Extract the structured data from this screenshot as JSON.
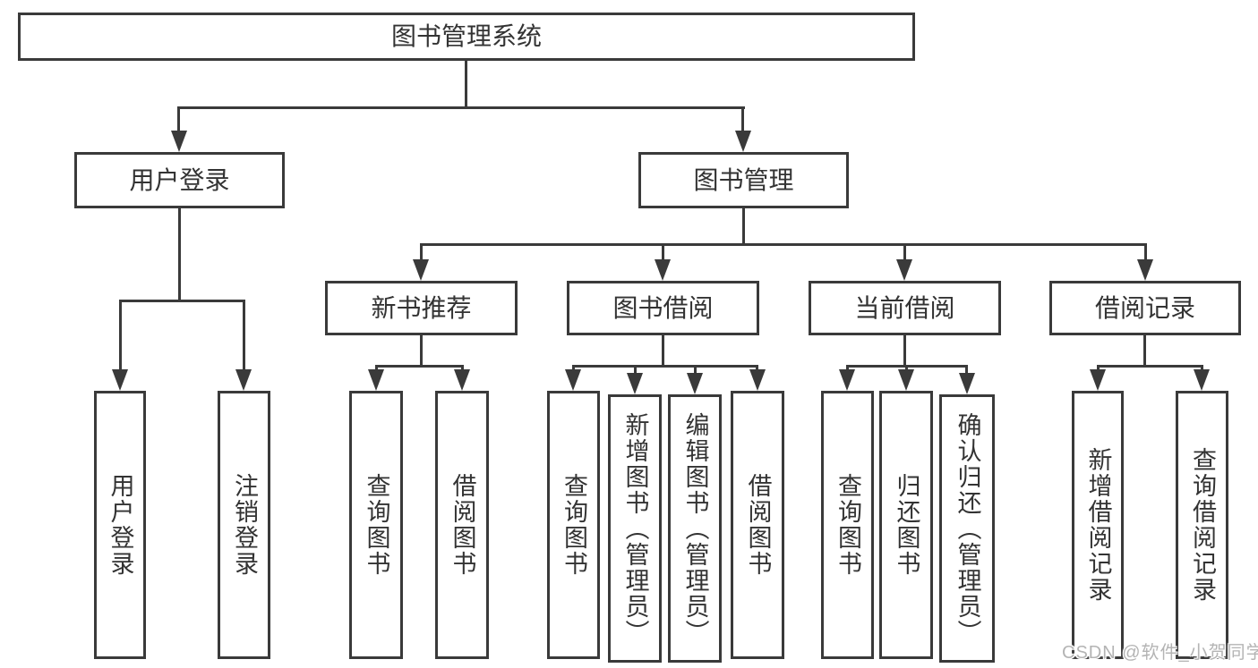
{
  "tree": {
    "root": "图书管理系统",
    "level2": [
      {
        "label": "用户登录",
        "children": [
          {
            "label": "用户登录"
          },
          {
            "label": "注销登录"
          }
        ]
      },
      {
        "label": "图书管理",
        "children": [
          {
            "label": "新书推荐",
            "children": [
              {
                "label": "查询图书"
              },
              {
                "label": "借阅图书"
              }
            ]
          },
          {
            "label": "图书借阅",
            "children": [
              {
                "label": "查询图书"
              },
              {
                "label": "新增图书（管理员）"
              },
              {
                "label": "编辑图书（管理员）"
              },
              {
                "label": "借阅图书"
              }
            ]
          },
          {
            "label": "当前借阅",
            "children": [
              {
                "label": "查询图书"
              },
              {
                "label": "归还图书"
              },
              {
                "label": "确认归还（管理员）"
              }
            ]
          },
          {
            "label": "借阅记录",
            "children": [
              {
                "label": "新增借阅记录"
              },
              {
                "label": "查询借阅记录"
              }
            ]
          }
        ]
      }
    ]
  },
  "watermark": {
    "text": "CSDN @软件_小贺同学"
  },
  "colors": {
    "line": "#3a3a3a",
    "text": "#333333",
    "watermark": "#b4b4b4",
    "background": "#ffffff"
  }
}
